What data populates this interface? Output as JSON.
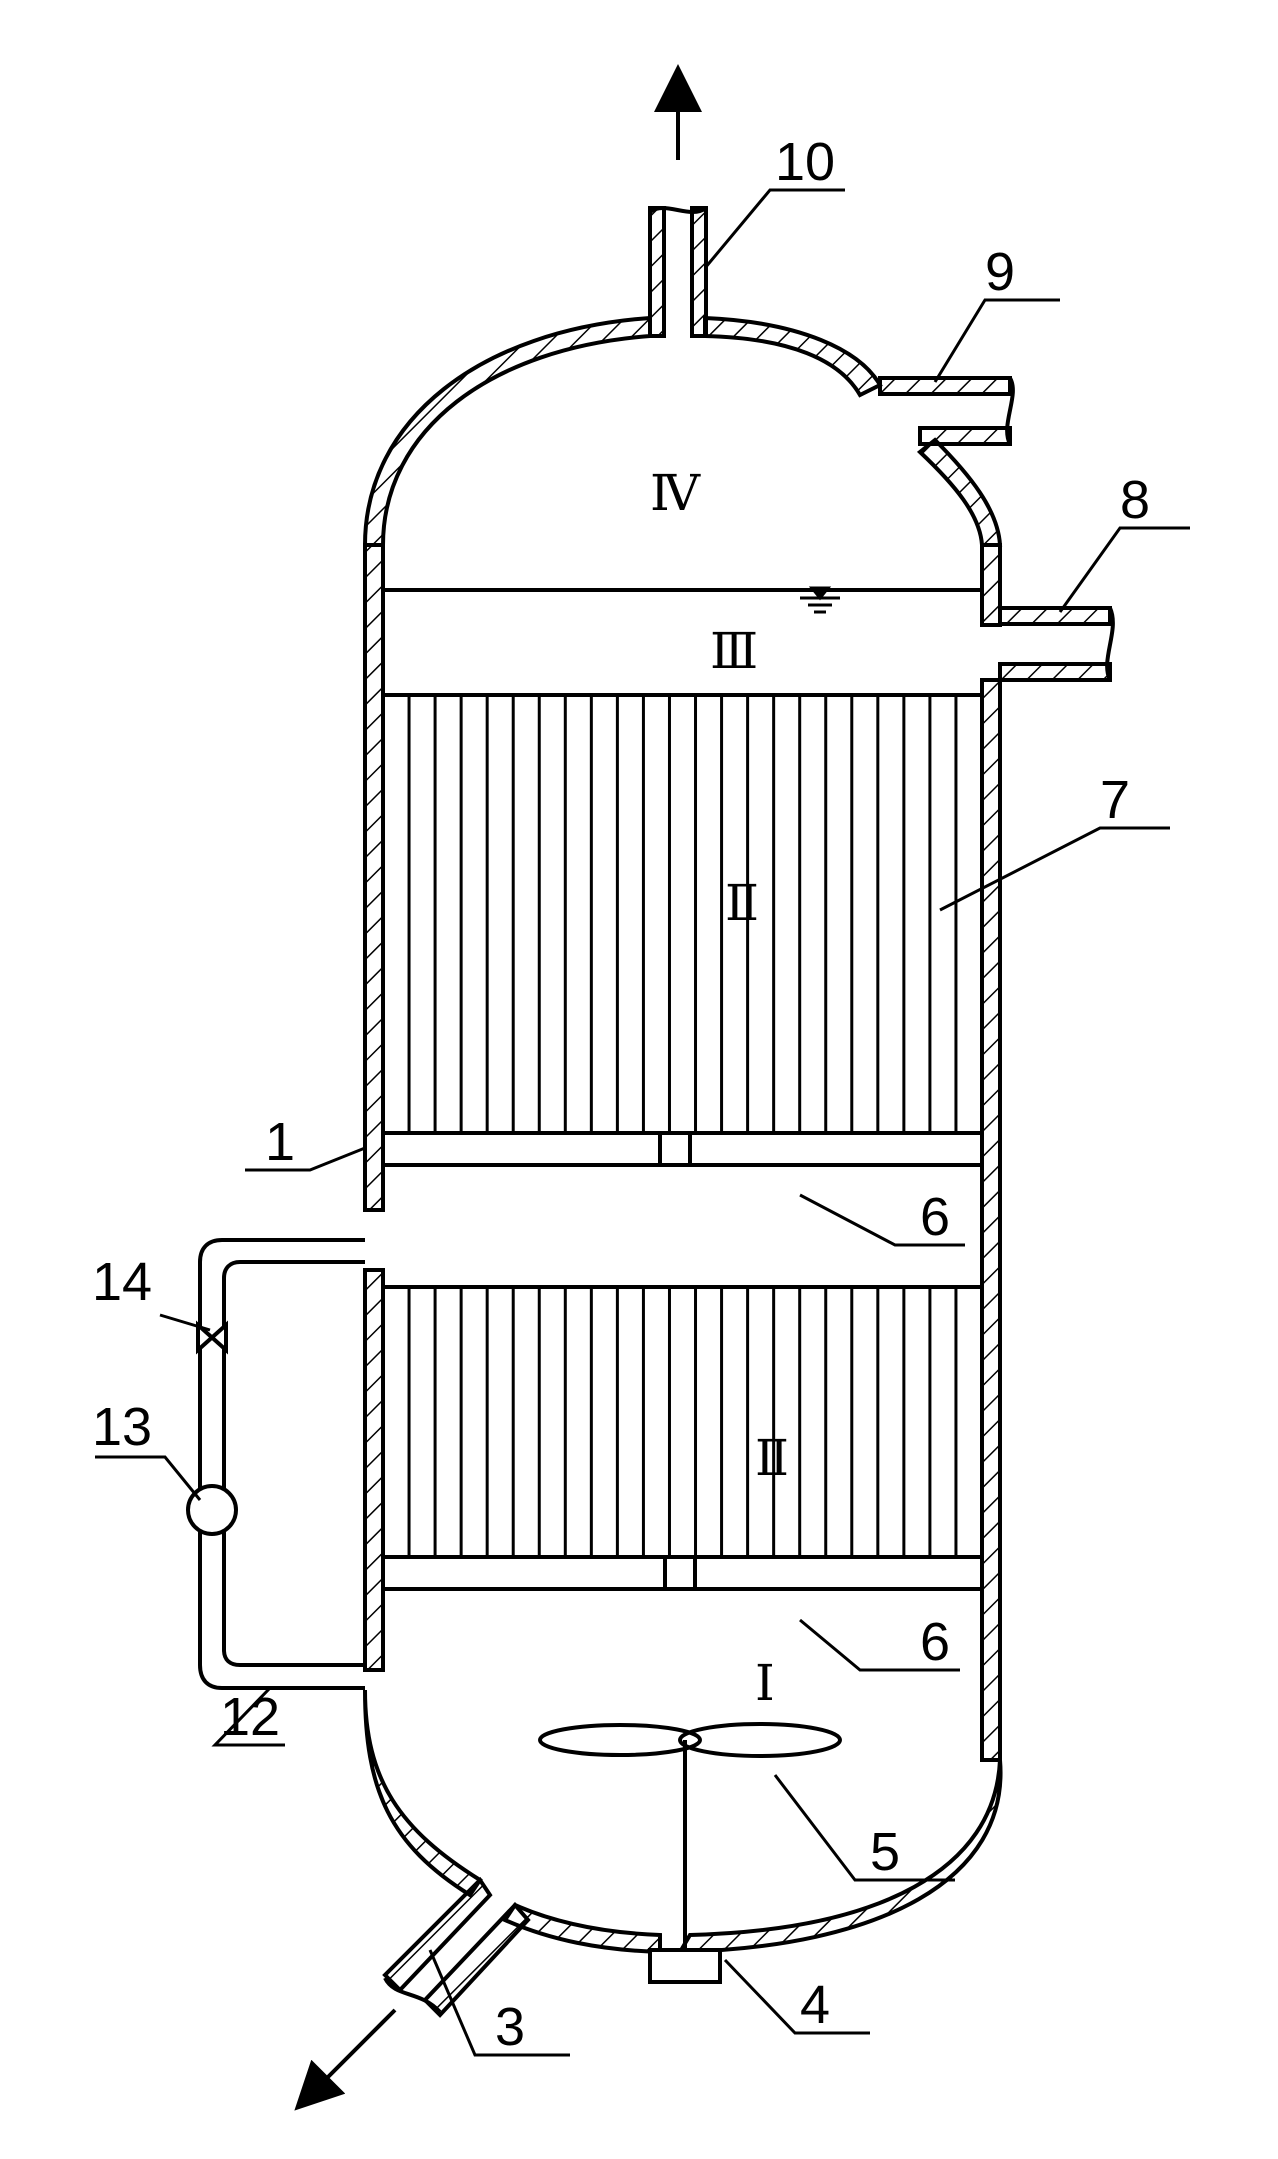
{
  "diagram": {
    "part_labels": {
      "shell": "1",
      "outlet_bottom": "3",
      "motor": "4",
      "impeller": "5",
      "plate_upper": "6",
      "plate_lower": "6",
      "tubes": "7",
      "side_pipe_8": "8",
      "side_pipe_9": "9",
      "top_pipe": "10",
      "bypass_pipe": "12",
      "pump": "13",
      "valve": "14"
    },
    "zone_labels": {
      "zone_iv": "Ⅳ",
      "zone_iii": "Ⅲ",
      "zone_ii_upper": "Ⅱ",
      "zone_ii_lower": "Ⅱ",
      "zone_i": "Ⅰ"
    },
    "colors": {
      "line": "#000000",
      "background": "#ffffff"
    }
  }
}
